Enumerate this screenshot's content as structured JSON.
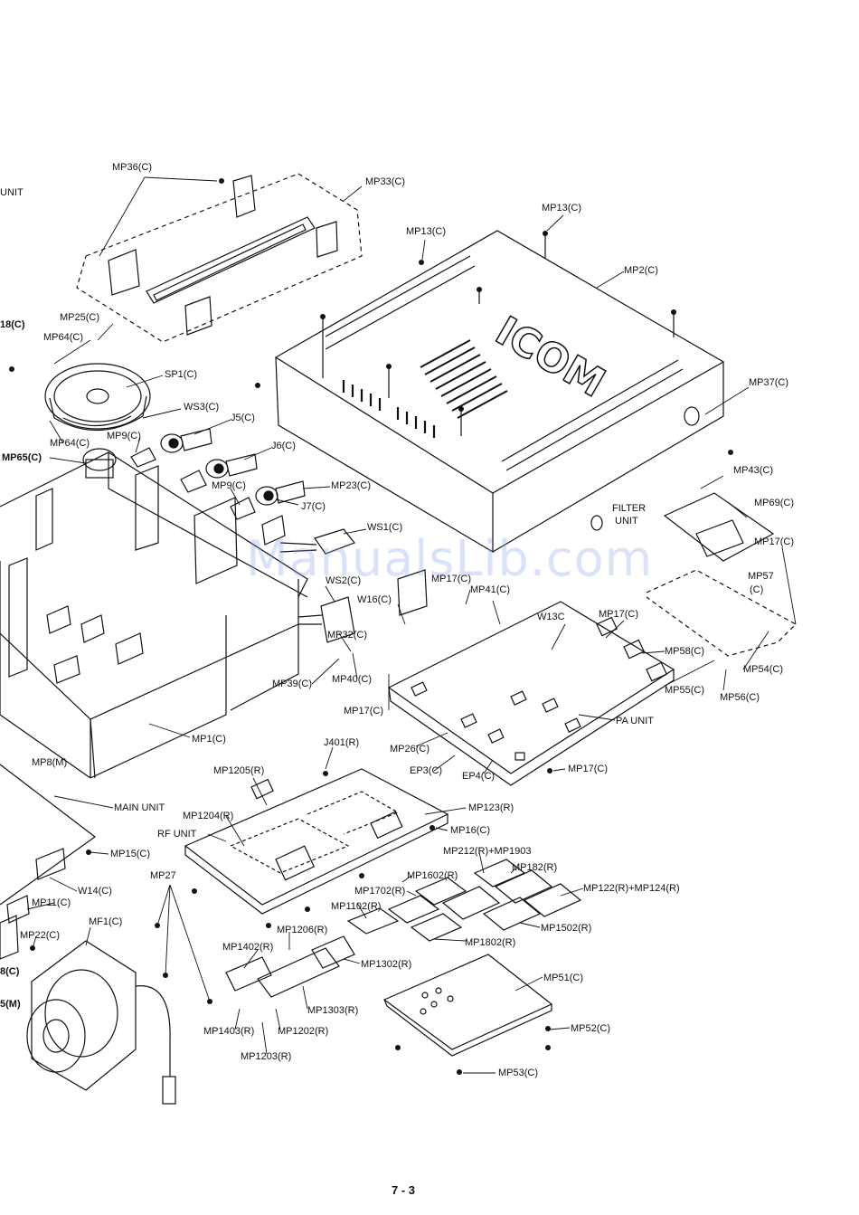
{
  "page_number": "7 - 3",
  "watermark": "ManualsLib.com",
  "brand_logo_text": "ICOM",
  "labels": {
    "mp36": "MP36(C)",
    "unit_cut": "UNIT",
    "mp33": "MP33(C)",
    "mp13_a": "MP13(C)",
    "mp13_b": "MP13(C)",
    "mp2": "MP2(C)",
    "mp18": "18(C)",
    "mp25": "MP25(C)",
    "mp64_a": "MP64(C)",
    "sp1": "SP1(C)",
    "ws3": "WS3(C)",
    "j5": "J5(C)",
    "mp64_b": "MP64(C)",
    "mp9_a": "MP9(C)",
    "j6": "J6(C)",
    "mp65": "MP65(C)",
    "mp9_b": "MP9(C)",
    "mp23": "MP23(C)",
    "j7": "J7(C)",
    "mp37": "MP37(C)",
    "mp43": "MP43(C)",
    "mp69": "MP69(C)",
    "filter": "FILTER",
    "unit_f": "UNIT",
    "ws1": "WS1(C)",
    "mp17_f": "MP17(C)",
    "mp57": "MP57",
    "mp57c": "(C)",
    "ws2": "WS2(C)",
    "w16": "W16(C)",
    "mp17_a": "MP17(C)",
    "mp41": "MP41(C)",
    "w13": "W13C",
    "mp17_b": "MP17(C)",
    "mp32": "MP32(C)",
    "mp58": "MP58(C)",
    "mp54": "MP54(C)",
    "mp40": "MP40(C)",
    "mp39": "MP39(C)",
    "mp55": "MP55(C)",
    "mp56": "MP56(C)",
    "mp17_c": "MP17(C)",
    "pa": "PA UNIT",
    "mp1": "MP1(C)",
    "mp26": "MP26(C)",
    "j401": "J401(R)",
    "ep3": "EP3(C)",
    "ep4": "EP4(C)",
    "mp17_d": "MP17(C)",
    "mp8": "MP8(M)",
    "mp1205": "MP1205(R)",
    "main": "MAIN UNIT",
    "mp123": "MP123(R)",
    "mp1204": "MP1204(R)",
    "mp16": "MP16(C)",
    "rf": "RF UNIT",
    "mp15": "MP15(C)",
    "mp212": "MP212(R)+MP1903",
    "mp182": "MP182(R)",
    "mp1602": "MP1602(R)",
    "mp27": "MP27",
    "w14": "W14(C)",
    "mp1702": "MP1702(R)",
    "mp122": "MP122(R)+MP124(R)",
    "mp11": "MP11(C)",
    "mp1102": "MP1102(R)",
    "mf1": "MF1(C)",
    "mp1502": "MP1502(R)",
    "mp22": "MP22(C)",
    "mp1206": "MP1206(R)",
    "mp1802": "MP1802(R)",
    "mp1402": "MP1402(R)",
    "mp1302": "MP1302(R)",
    "mp8c": "8(C)",
    "mp51": "MP51(C)",
    "mp5m": "5(M)",
    "mp1303": "MP1303(R)",
    "mp52": "MP52(C)",
    "mp1403": "MP1403(R)",
    "mp1202": "MP1202(R)",
    "mp1203": "MP1203(R)",
    "mp53": "MP53(C)"
  }
}
